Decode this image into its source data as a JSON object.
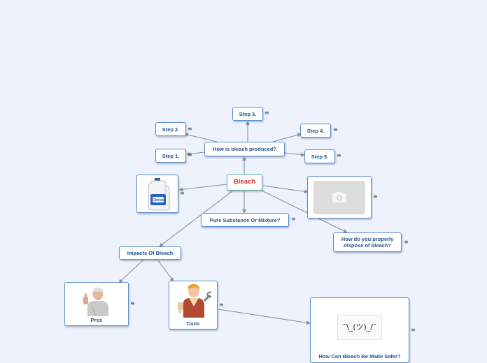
{
  "map": {
    "root": "Bleach",
    "produced": "How is bleach produced?",
    "step1": "Step 1.",
    "step2": "Step 2.",
    "step3": "Step 3.",
    "step4": "Step 4.",
    "step5": "Step 5.",
    "pure": "Pure Substance Or Mixture?",
    "dispose": "How do you properly dispose of bleach?",
    "impacts": "Impacts Of Bleach",
    "pros": "Pros",
    "cons": "Cons",
    "safer": "How Can Bleach Be Made Safer?",
    "shrug": "¯\\_(ツ)_/¯",
    "bottle_label": "Clorox",
    "note_icon": "≡"
  },
  "colors": {
    "background": "#eef2fc",
    "node_border": "#5a8fd0",
    "root_border": "#5bb39b",
    "root_text": "#d2342e",
    "node_text": "#24538c",
    "link": "#8a8f99"
  }
}
